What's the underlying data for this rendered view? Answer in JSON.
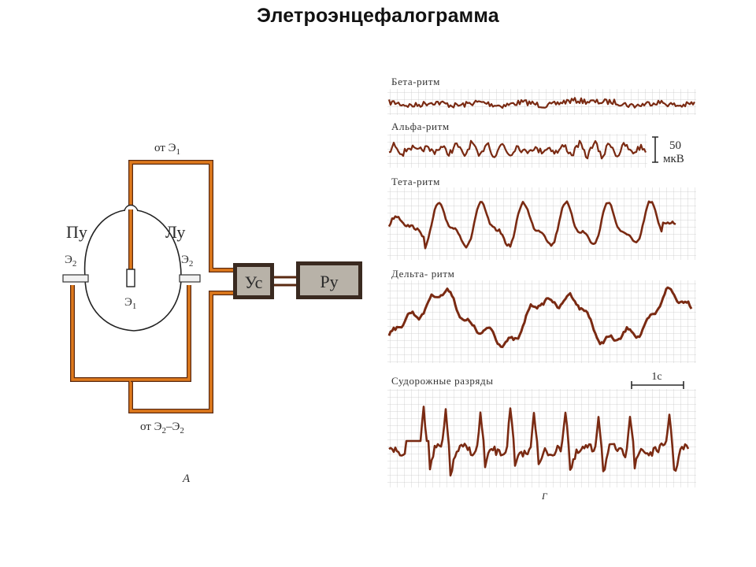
{
  "title": "Элетроэнцефалограмма",
  "colors": {
    "wire": "#e07a1c",
    "wire_dark": "#5a2a12",
    "trace": "#7a2a12",
    "grid": "#c9c9c9",
    "box_fill": "#b8b2a8",
    "box_border": "#3a2a20"
  },
  "diagram": {
    "top_wire_label": "от Э",
    "top_wire_sub": "1",
    "bottom_wire_label_a": "от  Э",
    "bottom_wire_sub_a": "2",
    "bottom_wire_dash": "–Э",
    "bottom_wire_sub_b": "2",
    "left_ear": "Пу",
    "right_ear": "Лу",
    "left_electrode": "Э",
    "left_electrode_sub": "2",
    "right_electrode": "Э",
    "right_electrode_sub": "2",
    "scalp_electrode": "Э",
    "scalp_electrode_sub": "1",
    "amplifier": "Ус",
    "recorder": "Ру",
    "panel_label": "А",
    "panel_label_b": "Г"
  },
  "traces": [
    {
      "label": "Бета-ритм",
      "type": "beta"
    },
    {
      "label": "Альфа-ритм",
      "type": "alpha"
    },
    {
      "label": "Тета-ритм",
      "type": "theta"
    },
    {
      "label": "Дельта- ритм",
      "type": "delta"
    },
    {
      "label": "Судорожные разряды",
      "type": "seizure"
    }
  ],
  "calibration": {
    "value": "50",
    "unit": "мкВ"
  },
  "time_scale": "1с"
}
